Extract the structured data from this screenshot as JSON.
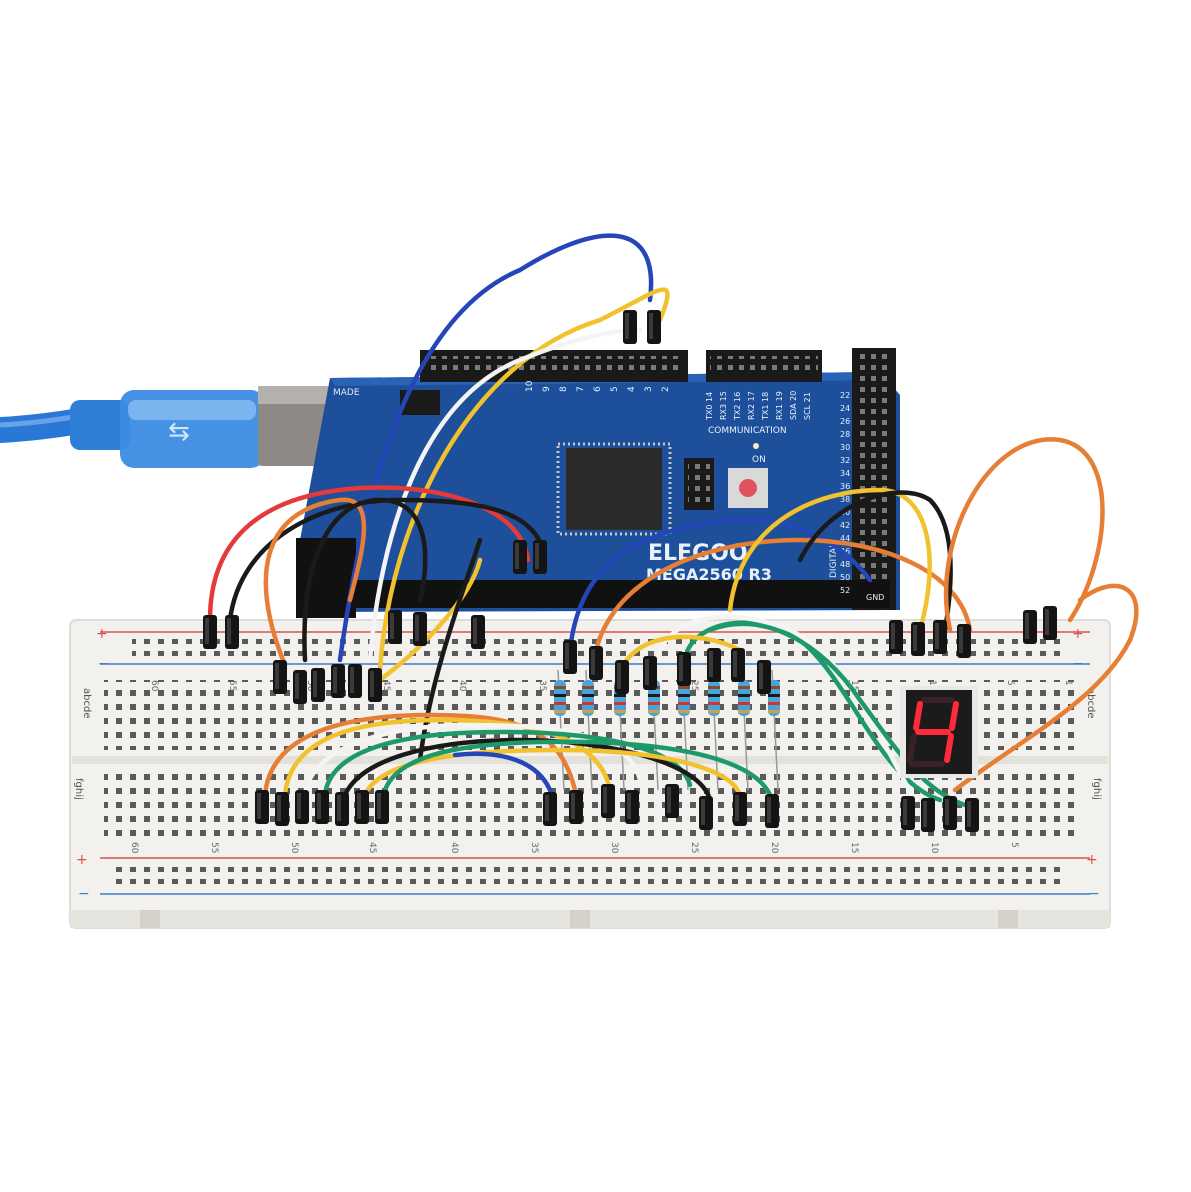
{
  "board": {
    "brand": "ELEGOO",
    "model": "MEGA2560 R3",
    "communication_label": "COMMUNICATION",
    "on_label": "ON",
    "digital_label": "DIGITAL",
    "gnd_label": "GND",
    "made_label": "MADE",
    "pwm_numbers": [
      "10",
      "9",
      "8",
      "7",
      "6",
      "5",
      "4",
      "3",
      "2"
    ],
    "comm_labels": [
      "TX0 14",
      "RX3 15",
      "TX2 16",
      "RX2 17",
      "TX1 18",
      "RX1 19",
      "SDA 20",
      "SCL 21"
    ],
    "right_header": [
      "22",
      "24",
      "26",
      "28",
      "30",
      "32",
      "34",
      "36",
      "38",
      "40",
      "42",
      "44",
      "46",
      "48",
      "50",
      "52"
    ],
    "colors": {
      "pcb": "#1d4f9a",
      "header": "#1a1a1a",
      "chip": "#2b2b2b",
      "reset": "#e0525e"
    }
  },
  "usb_cable": {
    "color": "#2a78d6"
  },
  "breadboard": {
    "top_numbers": [
      "60",
      "55",
      "50",
      "45",
      "40",
      "35",
      "30",
      "25",
      "20",
      "15",
      "10",
      "5",
      "1"
    ],
    "bottom_numbers": [
      "60",
      "55",
      "50",
      "45",
      "40",
      "35",
      "30",
      "25",
      "20",
      "15",
      "10",
      "5"
    ],
    "row_letters_left_top": "abcde",
    "row_letters_left_bottom": "fghij",
    "row_letters_right_top": "abcde",
    "row_letters_right_bottom": "fghij",
    "plus": "+",
    "minus": "−",
    "colors": {
      "body": "#f2f1ee",
      "red_rail": "#d9534f",
      "blue_rail": "#3a7ec9",
      "hole": "#4a4a4a"
    }
  },
  "display": {
    "digit": "4",
    "colors": {
      "segment_on": "#ff2a3a",
      "segment_off": "#3a2125",
      "body": "#e8e8e6",
      "face": "#1b1b1b"
    }
  },
  "resistors": {
    "count": 8,
    "colors": {
      "body": "#4aa3d9",
      "band1": "#8a4b2a",
      "band2": "#1a1a1a",
      "band3": "#d1342b",
      "gold": "#c9a24a"
    }
  },
  "wires": {
    "colors": {
      "blue": "#2546b8",
      "yellow": "#f2c12e",
      "white": "#f4f4f4",
      "orange": "#e67f35",
      "red": "#e53a3a",
      "black": "#1a1a1a",
      "green": "#1e9a6a"
    }
  }
}
